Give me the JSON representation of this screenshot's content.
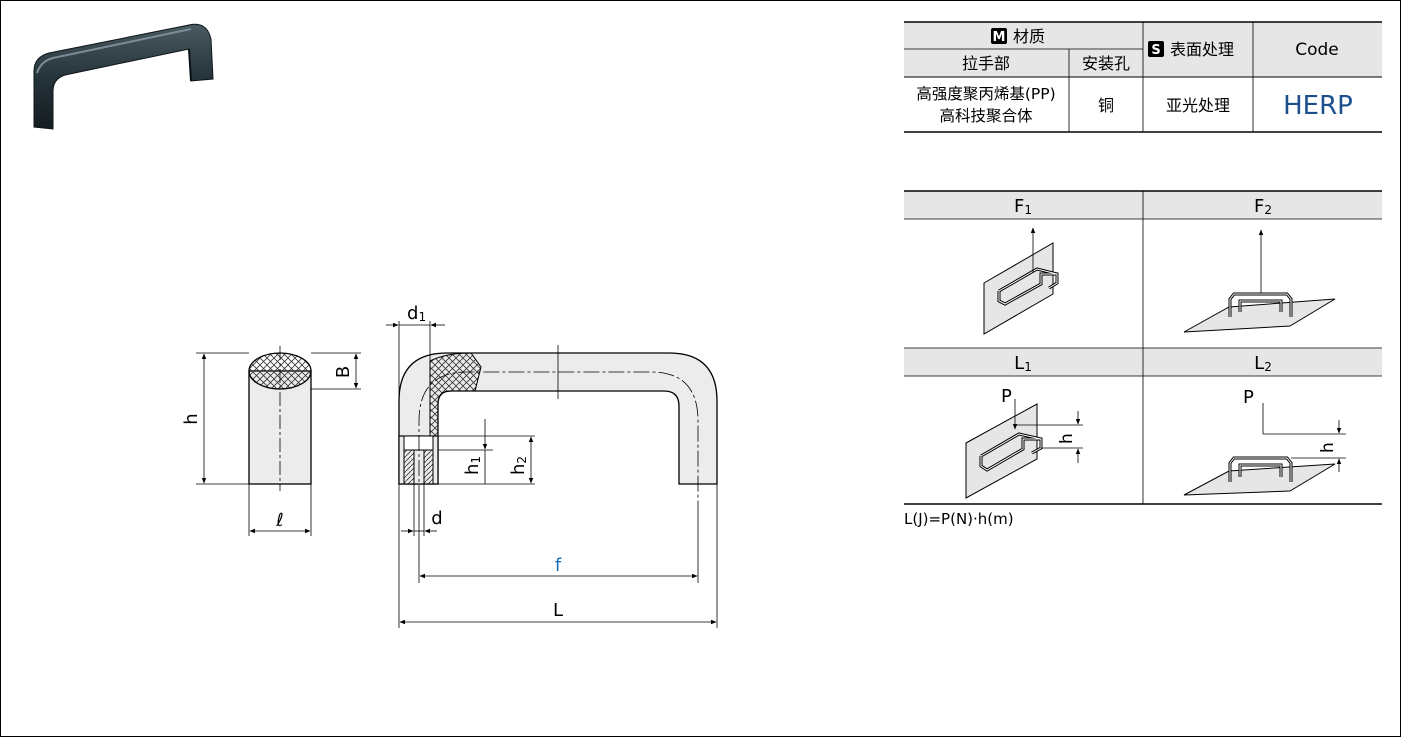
{
  "spec_table": {
    "material_badge": "M",
    "material_header": "材质",
    "surface_badge": "S",
    "surface_header": "表面处理",
    "code_header": "Code",
    "col_handle": "拉手部",
    "col_mount": "安装孔",
    "handle_material_line1": "高强度聚丙烯基(PP)",
    "handle_material_line2": "高科技聚合体",
    "mount_material": "铜",
    "surface_value": "亚光处理",
    "code_value": "HERP",
    "code_color": "#1a4f8c"
  },
  "load_table": {
    "f1_main": "F",
    "f1_sub": "1",
    "f2_main": "F",
    "f2_sub": "2",
    "l1_main": "L",
    "l1_sub": "1",
    "l2_main": "L",
    "l2_sub": "2",
    "p_label": "P",
    "h_label": "h",
    "formula": "L(J)=P(N)·h(m)"
  },
  "drawing": {
    "dim_d1_main": "d",
    "dim_d1_sub": "1",
    "dim_B": "B",
    "dim_h": "h",
    "dim_l": "ℓ",
    "dim_h1_main": "h",
    "dim_h1_sub": "1",
    "dim_h2_main": "h",
    "dim_h2_sub": "2",
    "dim_d": "d",
    "dim_f": "f",
    "dim_L": "L",
    "f_color": "#1a6fb5"
  }
}
